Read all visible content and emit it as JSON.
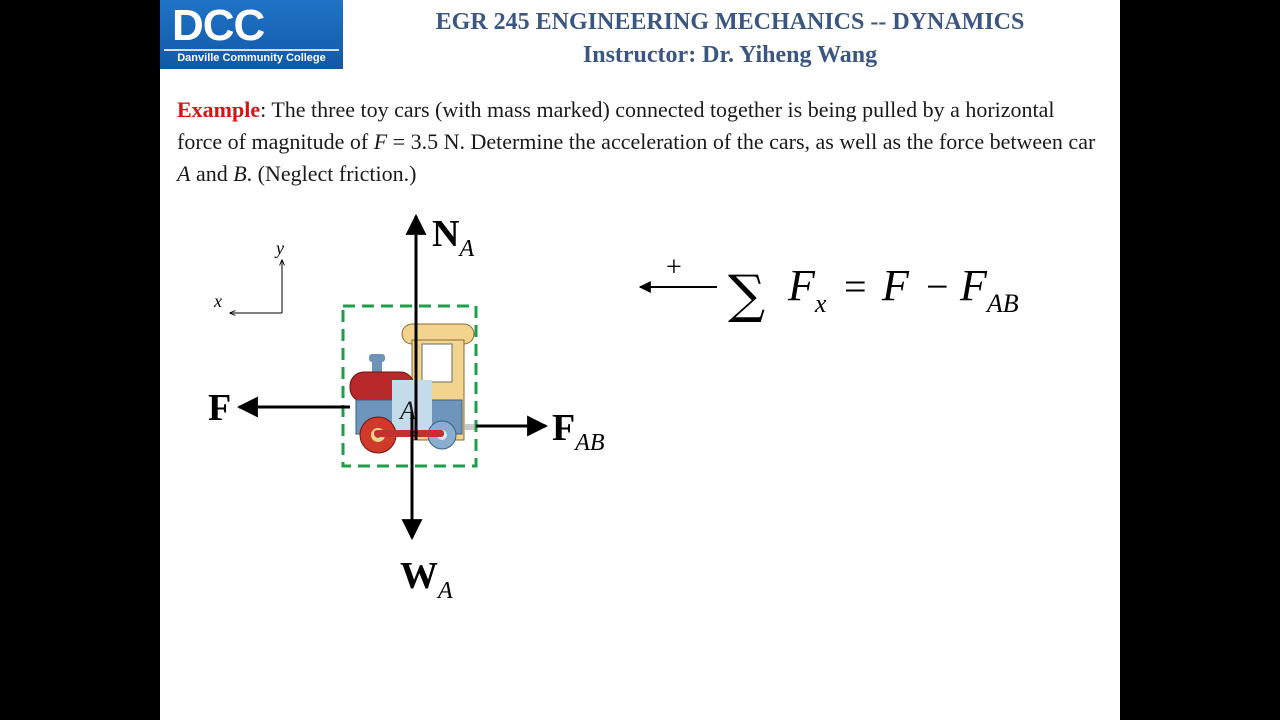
{
  "logo": {
    "abbr": "DCC",
    "name": "Danville Community College"
  },
  "header": {
    "course": "EGR 245 ENGINEERING MECHANICS -- DYNAMICS",
    "instructor": "Instructor: Dr. Yiheng Wang"
  },
  "problem": {
    "label": "Example",
    "t1": ": The three toy cars (with mass marked) connected together is being pulled by a horizontal force of magnitude of ",
    "var_f": "F",
    "t2": " = 3.5 N. Determine the acceleration of the cars, as well as the force between car ",
    "var_a": "A",
    "t3": " and ",
    "var_b": "B",
    "t4": ". (Neglect friction.)"
  },
  "diagram": {
    "axis_y": "y",
    "axis_x": "x",
    "force_n": "N",
    "force_n_sub": "A",
    "force_f": "F",
    "force_fab": "F",
    "force_fab_sub": "AB",
    "force_w": "W",
    "force_w_sub": "A",
    "car_label": "A"
  },
  "equation": {
    "sign": "+",
    "sum": "∑",
    "f": "F",
    "sub_x": "x",
    "equals": "=",
    "rhs_f": "F",
    "minus": "−",
    "rhs_fab": "F",
    "rhs_fab_sub": "AB"
  },
  "colors": {
    "header": "#3b5681",
    "example_label": "#d01515",
    "fbd_border": "#1e9e48",
    "logo_bg": "#1358a6"
  }
}
